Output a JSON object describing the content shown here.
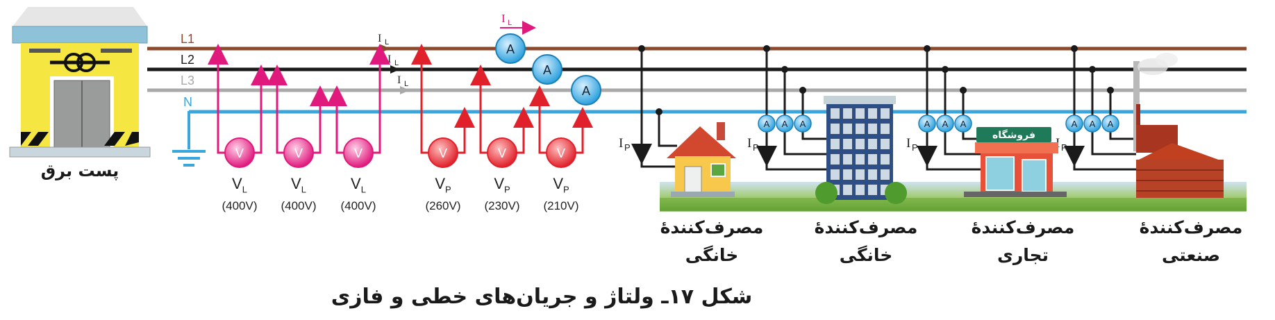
{
  "substation": {
    "label": "پست برق"
  },
  "lines": [
    {
      "name": "L1",
      "color": "#8B4A2B"
    },
    {
      "name": "L2",
      "color": "#1a1a1a"
    },
    {
      "name": "L3",
      "color": "#a9a9a9"
    },
    {
      "name": "N",
      "color": "#3aa6dc"
    }
  ],
  "current_labels": {
    "line_current": "I",
    "line_sub": "L",
    "phase_current": "I",
    "phase_sub": "P"
  },
  "meters": {
    "voltmeter_symbol": "V",
    "ammeter_symbol": "A",
    "line_voltages": [
      {
        "sym": "V",
        "sub": "L",
        "value": "(400V)"
      },
      {
        "sym": "V",
        "sub": "L",
        "value": "(400V)"
      },
      {
        "sym": "V",
        "sub": "L",
        "value": "(400V)"
      }
    ],
    "phase_voltages": [
      {
        "sym": "V",
        "sub": "P",
        "value": "(260V)"
      },
      {
        "sym": "V",
        "sub": "P",
        "value": "(230V)"
      },
      {
        "sym": "V",
        "sub": "P",
        "value": "(210V)"
      }
    ]
  },
  "shop_sign": "فروشگاه",
  "consumers": [
    {
      "line1": "مصرف‌کنندهٔ",
      "line2": "خانگی"
    },
    {
      "line1": "مصرف‌کنندهٔ",
      "line2": "خانگی"
    },
    {
      "line1": "مصرف‌کنندهٔ",
      "line2": "تجاری"
    },
    {
      "line1": "مصرف‌کنندهٔ",
      "line2": "صنعتی"
    }
  ],
  "caption": "شکل ۱۷ـ ولتاژ و جریان‌های خطی و فازی",
  "colors": {
    "line_voltmeter": "#e0197d",
    "phase_voltmeter": "#e0202a",
    "ammeter": "#2aa0dd",
    "substation": "#f5e642"
  }
}
